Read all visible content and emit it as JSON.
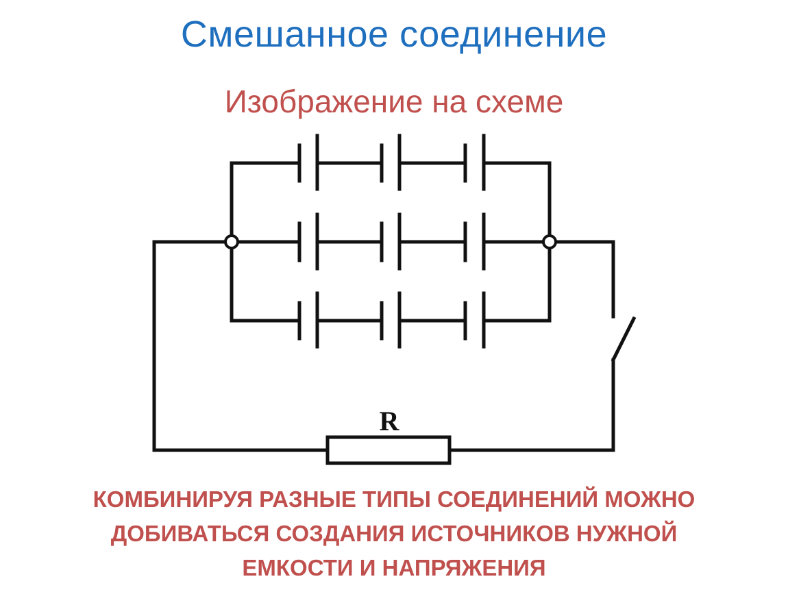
{
  "slide": {
    "title": "Смешанное соединение",
    "subtitle": "Изображение на схеме",
    "caption_lines": [
      "КОМБИНИРУЯ РАЗНЫЕ ТИПЫ СОЕДИНЕНИЙ МОЖНО",
      "ДОБИВАТЬСЯ СОЗДАНИЯ ИСТОЧНИКОВ НУЖНОЙ",
      "ЕМКОСТИ И НАПРЯЖЕНИЯ"
    ]
  },
  "diagram": {
    "resistor_label": "R",
    "battery_rows": 3,
    "cells_per_row": 3,
    "line_color": "#111111",
    "title_color": "#1f6fbf",
    "accent_color": "#c0504d"
  }
}
